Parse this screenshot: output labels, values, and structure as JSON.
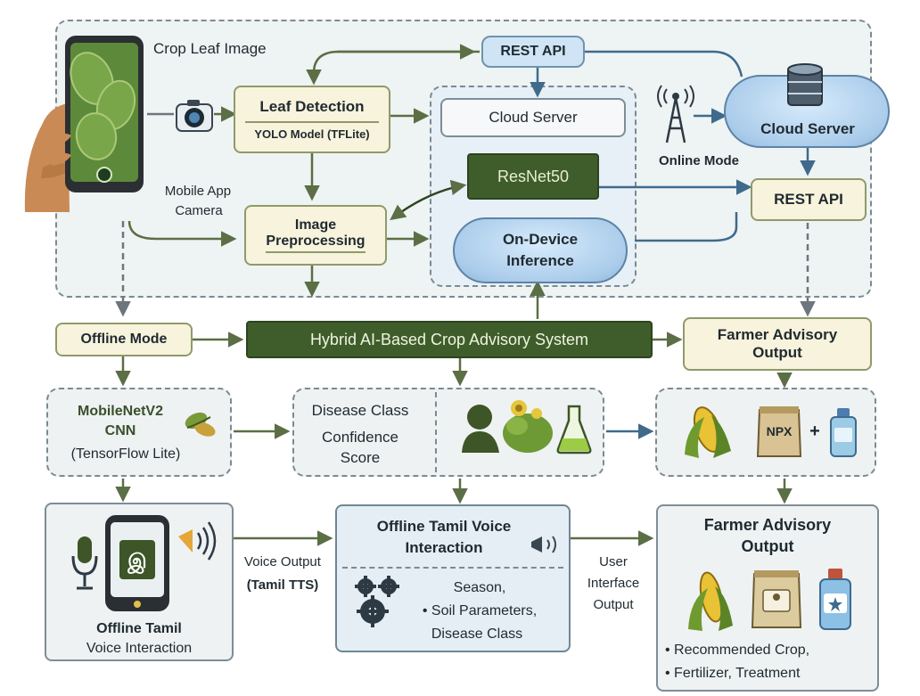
{
  "labels": {
    "crop_leaf_image": "Crop Leaf Image",
    "leaf_detection": "Leaf Detection",
    "yolo_model": "YOLO Model (TFLite)",
    "mobile_app_camera_1": "Mobile App",
    "mobile_app_camera_2": "Camera",
    "image_preprocessing_1": "Image",
    "image_preprocessing_2": "Preprocessing",
    "rest_api_top": "REST API",
    "cloud_server_inner": "Cloud Server",
    "resnet50": "ResNet50",
    "on_device_1": "On-Device",
    "on_device_2": "Inference",
    "online_mode": "Online Mode",
    "cloud_server_right": "Cloud Server",
    "rest_api_right": "REST API",
    "offline_mode": "Offline Mode",
    "hybrid_system": "Hybrid AI-Based Crop Advisory System",
    "farmer_advisory_top_1": "Farmer Advisory",
    "farmer_advisory_top_2": "Output",
    "mobilenet_1": "MobileNetV2",
    "mobilenet_2": "CNN",
    "mobilenet_3": "(TensorFlow Lite)",
    "disease_class": "Disease Class",
    "confidence_1": "Confidence",
    "confidence_2": "Score",
    "npk_bag": "NPX",
    "plus": "+",
    "offline_tamil_left_1": "Offline Tamil",
    "offline_tamil_left_2": "Voice Interaction",
    "voice_output_1": "Voice Output",
    "voice_output_2": "(Tamil TTS)",
    "offline_tamil_center_1": "Offline Tamil Voice",
    "offline_tamil_center_2": "Interaction",
    "season": "Season,",
    "soil_params": "• Soil Parameters,",
    "disease_class_2": "Disease Class",
    "ui_output_1": "User",
    "ui_output_2": "Interface",
    "ui_output_3": "Output",
    "farmer_advisory_bottom_1": "Farmer Advisory",
    "farmer_advisory_bottom_2": "Output",
    "recommended_crop": "• Recommended Crop,",
    "fertilizer_treatment": "• Fertilizer, Treatment",
    "phone_glyph": "இ"
  },
  "colors": {
    "cream": "#f8f3dc",
    "blue": "#cfe5f5",
    "dark_green": "#3f5d2a",
    "arrow_green": "#5c6e45",
    "arrow_blue": "#3f6a8c",
    "arrow_gray": "#6c767c"
  },
  "icons": [
    "phone-in-hand-icon",
    "camera-icon",
    "antenna-tower-icon",
    "database-icon",
    "leaf-icon",
    "person-silhouette-icon",
    "plant-icon",
    "flask-icon",
    "corn-icon",
    "fertilizer-bag-icon",
    "bottle-icon",
    "microphone-icon",
    "speaker-icon",
    "gears-icon",
    "tamil-phone-icon"
  ]
}
